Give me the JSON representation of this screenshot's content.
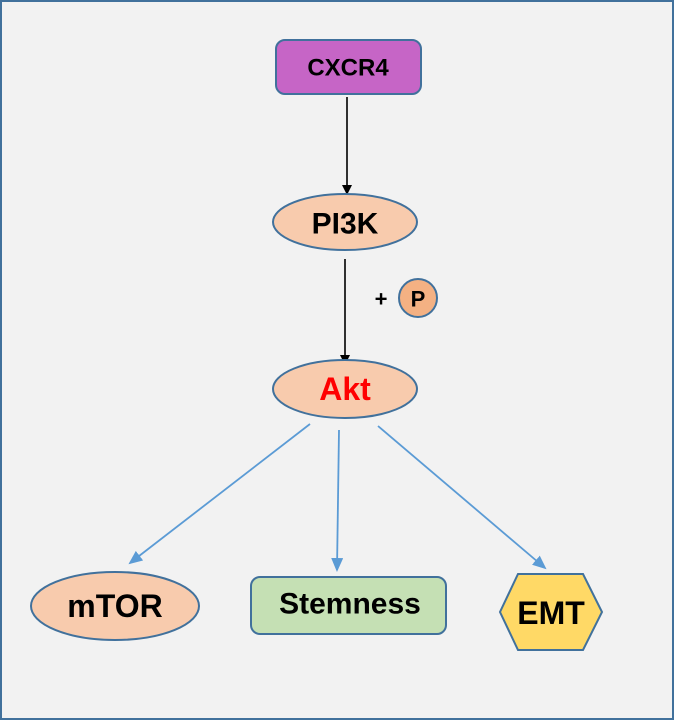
{
  "diagram": {
    "nodes": {
      "cxcr4": {
        "label": "CXCR4",
        "fill": "#c665c6",
        "text_color": "#000000",
        "shape": "rounded-rect"
      },
      "pi3k": {
        "label": "PI3K",
        "fill": "#f8cbad",
        "text_color": "#000000",
        "shape": "ellipse"
      },
      "phospho": {
        "label": "P",
        "fill": "#f4b183",
        "text_color": "#000000",
        "shape": "circle",
        "prefix": "+"
      },
      "akt": {
        "label": "Akt",
        "fill": "#f8cbad",
        "text_color": "#ff0000",
        "shape": "ellipse"
      },
      "mtor": {
        "label": "mTOR",
        "fill": "#f8cbad",
        "text_color": "#000000",
        "shape": "ellipse"
      },
      "stemness": {
        "label": "Stemness",
        "fill": "#c5e0b4",
        "text_color": "#000000",
        "shape": "rounded-rect"
      },
      "emt": {
        "label": "EMT",
        "fill": "#ffd966",
        "text_color": "#000000",
        "shape": "hexagon"
      }
    },
    "edges": [
      {
        "from": "CXCR4",
        "to": "PI3K",
        "color": "#000000"
      },
      {
        "from": "PI3K",
        "to": "Akt",
        "color": "#000000",
        "annotation": "+ P"
      },
      {
        "from": "Akt",
        "to": "mTOR",
        "color": "#5b9bd5"
      },
      {
        "from": "Akt",
        "to": "Stemness",
        "color": "#5b9bd5"
      },
      {
        "from": "Akt",
        "to": "EMT",
        "color": "#5b9bd5"
      }
    ],
    "border_color": "#41719c",
    "outline_color": "#41719c"
  }
}
